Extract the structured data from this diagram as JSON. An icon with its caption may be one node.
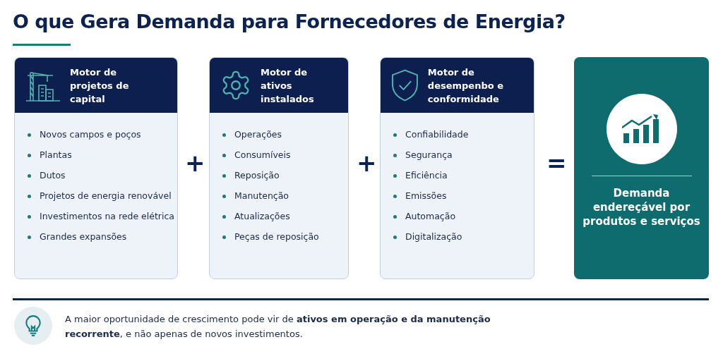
{
  "diagram": {
    "title": "O que Gera Demanda para Fornecedores de Energia?",
    "nodes": [
      {
        "text": [
          "Motor de projetos de capital",
          "Novos campos e poços",
          "Plantas",
          "Dutos",
          "Projetos de energia renovável",
          "Investimentos na rede elétrica",
          "Grandes expansões"
        ]
      },
      {
        "text": [
          "Motor de ativos instalados",
          "Operações",
          "Consumíveis",
          "Reposição",
          "Manutenção",
          "Atualizações",
          "Peças de reposição"
        ]
      },
      {
        "text": [
          "Motor de desempenbo e conformidade",
          "Confiabilidade",
          "Segurança",
          "Eficiência",
          "Emissões",
          "Automação",
          "Digitalização"
        ]
      },
      {
        "text": [
          "Demanda endereçável por produtos e serviços"
        ]
      }
    ],
    "labels": [
      "+",
      "+",
      "=",
      "A maior oportunidade de crescimento pode vir de **ativos em operação e da manutenção recorrente**, e não apenas de novos investimentos."
    ]
  }
}
